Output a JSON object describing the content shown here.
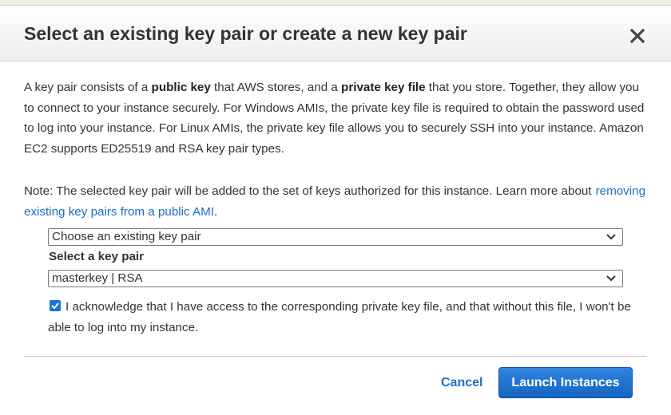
{
  "modal": {
    "title": "Select an existing key pair or create a new key pair",
    "description": {
      "p1": "A key pair consists of a ",
      "b1": "public key",
      "p2": " that AWS stores, and a ",
      "b2": "private key file",
      "p3": " that you store. Together, they allow you to connect to your instance securely. For Windows AMIs, the private key file is required to obtain the password used to log into your instance. For Linux AMIs, the private key file allows you to securely SSH into your instance. Amazon EC2 supports ED25519 and RSA key pair types."
    },
    "note": {
      "text": "Note: The selected key pair will be added to the set of keys authorized for this instance. Learn more about",
      "link": "removing existing key pairs from a public AMI",
      "suffix": "."
    },
    "action_select": {
      "value": "Choose an existing key pair"
    },
    "key_pair": {
      "label": "Select a key pair",
      "value": "masterkey | RSA"
    },
    "acknowledge": {
      "checked": true,
      "text": "I acknowledge that I have access to the corresponding private key file, and that without this file, I won't be able to log into my instance."
    },
    "buttons": {
      "cancel": "Cancel",
      "launch": "Launch Instances"
    }
  },
  "colors": {
    "link": "#1a6fc4",
    "primary_button": "#1a6fd0",
    "checkbox": "#1a73d6"
  }
}
